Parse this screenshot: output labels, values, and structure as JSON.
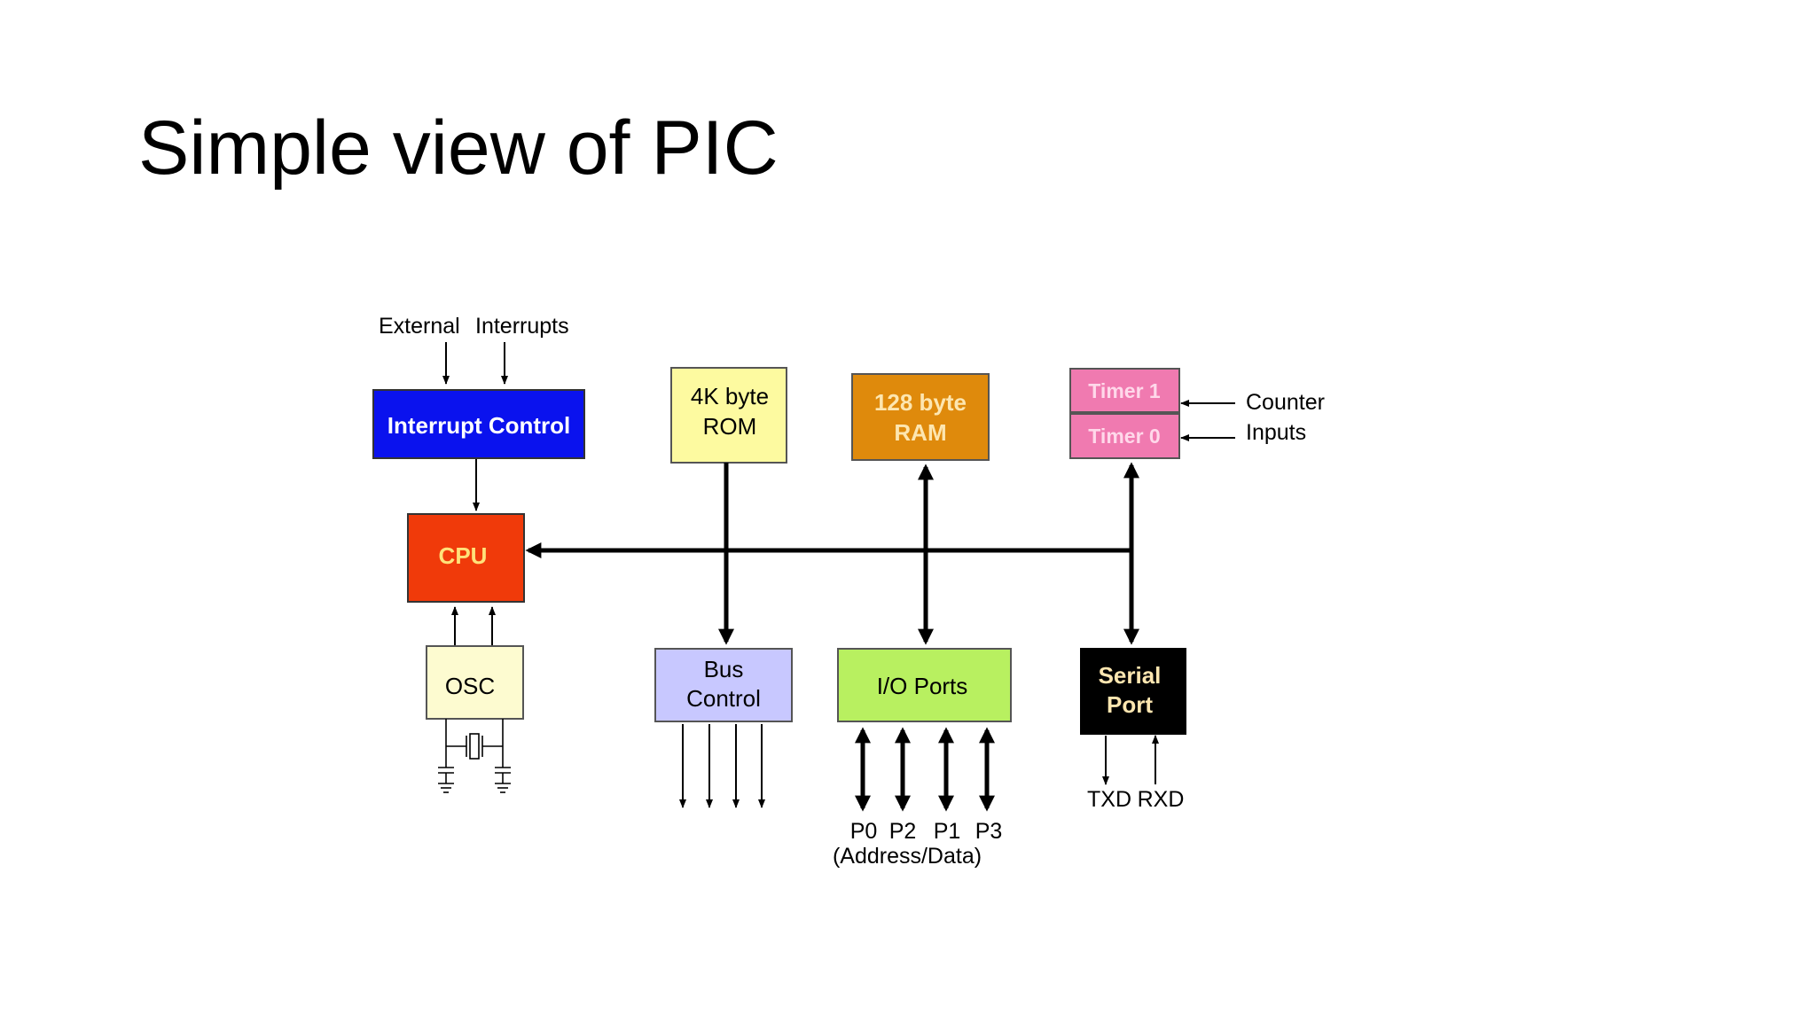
{
  "slide": {
    "title": "Simple view of PIC"
  },
  "diagram": {
    "inputs": {
      "external": "External",
      "interrupts": "Interrupts"
    },
    "blocks": {
      "interrupt_control": "Interrupt Control",
      "cpu": "CPU",
      "osc": "OSC",
      "rom_line1": "4K byte",
      "rom_line2": "ROM",
      "ram_line1": "128 byte",
      "ram_line2": "RAM",
      "timer1": "Timer 1",
      "timer0": "Timer 0",
      "bus_control_line1": "Bus",
      "bus_control_line2": "Control",
      "io_ports": "I/O Ports",
      "serial_port_line1": "Serial",
      "serial_port_line2": "Port"
    },
    "labels": {
      "counter": "Counter",
      "inputs": "Inputs",
      "txd": "TXD",
      "rxd": "RXD",
      "p0": "P0",
      "p2": "P2",
      "p1": "P1",
      "p3": "P3",
      "address_data": "(Address/Data)"
    },
    "colors": {
      "interrupt_control": "#0a12ee",
      "cpu": "#f03a0a",
      "osc": "#fdfbd0",
      "rom": "#fdfaa0",
      "ram": "#df8a0c",
      "timer": "#f07ab0",
      "bus_control": "#c8c8ff",
      "io_ports": "#b8f060",
      "serial_port": "#000000"
    }
  }
}
